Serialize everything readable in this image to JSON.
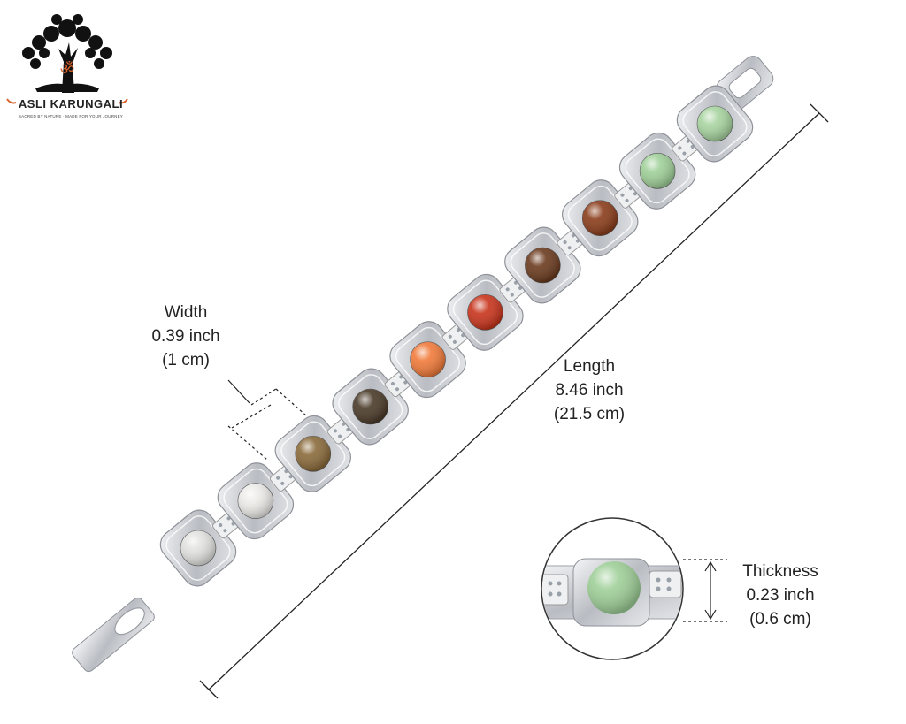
{
  "brand": {
    "name": "ASLI KARUNGALI",
    "tagline": "SACRED BY NATURE · MADE FOR YOUR JOURNEY",
    "om_symbol": "ॐ",
    "accent_color": "#d9622b"
  },
  "dimensions": {
    "width": {
      "title": "Width",
      "imperial": "0.39 inch",
      "metric": "(1 cm)"
    },
    "length": {
      "title": "Length",
      "imperial": "8.46 inch",
      "metric": "(21.5 cm)"
    },
    "thickness": {
      "title": "Thickness",
      "imperial": "0.23 inch",
      "metric": "(0.6 cm)"
    }
  },
  "product": {
    "bead_colors": [
      "#e2e2e0",
      "#ecebe8",
      "#8a6a3a",
      "#4a3a28",
      "#f07a3a",
      "#c8341c",
      "#6a3a1e",
      "#8a3c1a",
      "#9fcf98",
      "#a8d4a0"
    ],
    "metal_color": "#c8cbd0"
  }
}
